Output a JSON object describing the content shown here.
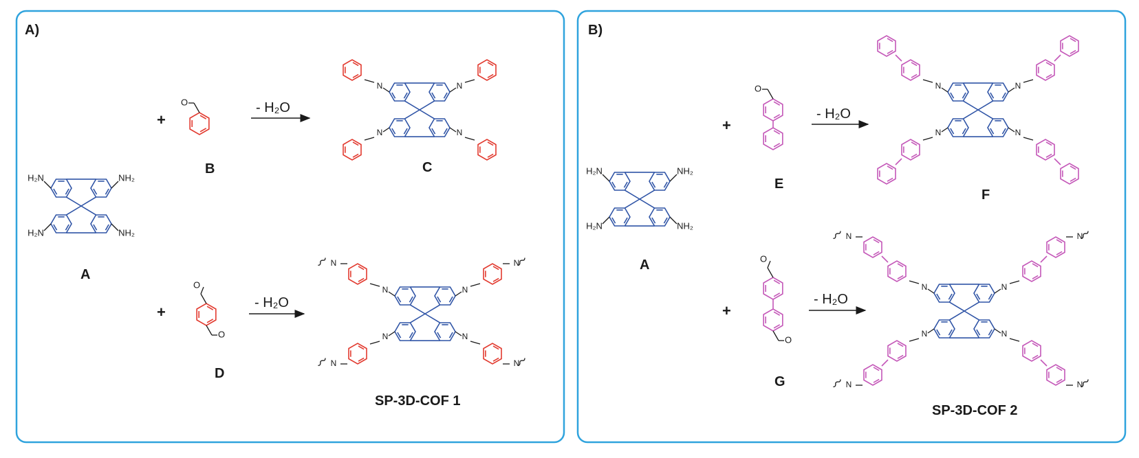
{
  "colors": {
    "panel_border": "#2fa3dd",
    "core": "#2f54a6",
    "aldehyde_a": "#e23a2f",
    "aldehyde_b": "#c457b8",
    "text": "#1a1a1a"
  },
  "panel_a": {
    "label": "A)",
    "reactant_a_label": "A",
    "reactant_a_groups": [
      "H₂N",
      "NH₂",
      "H₂N",
      "NH₂"
    ],
    "plus": "+",
    "reagent_top_label": "B",
    "reagent_bottom_label": "D",
    "condition_top": "- H₂O",
    "condition_bottom": "- H₂O",
    "product_top_label": "C",
    "product_bottom_label": "SP-3D-COF 1",
    "oxygen": "O",
    "nitrogen": "N"
  },
  "panel_b": {
    "label": "B)",
    "reactant_a_label": "A",
    "reactant_a_groups": [
      "H₂N",
      "NH₂",
      "H₂N",
      "NH₂"
    ],
    "plus": "+",
    "reagent_top_label": "E",
    "reagent_bottom_label": "G",
    "condition_top": "- H₂O",
    "condition_bottom": "- H₂O",
    "product_top_label": "F",
    "product_bottom_label": "SP-3D-COF 2",
    "oxygen": "O",
    "nitrogen": "N"
  }
}
